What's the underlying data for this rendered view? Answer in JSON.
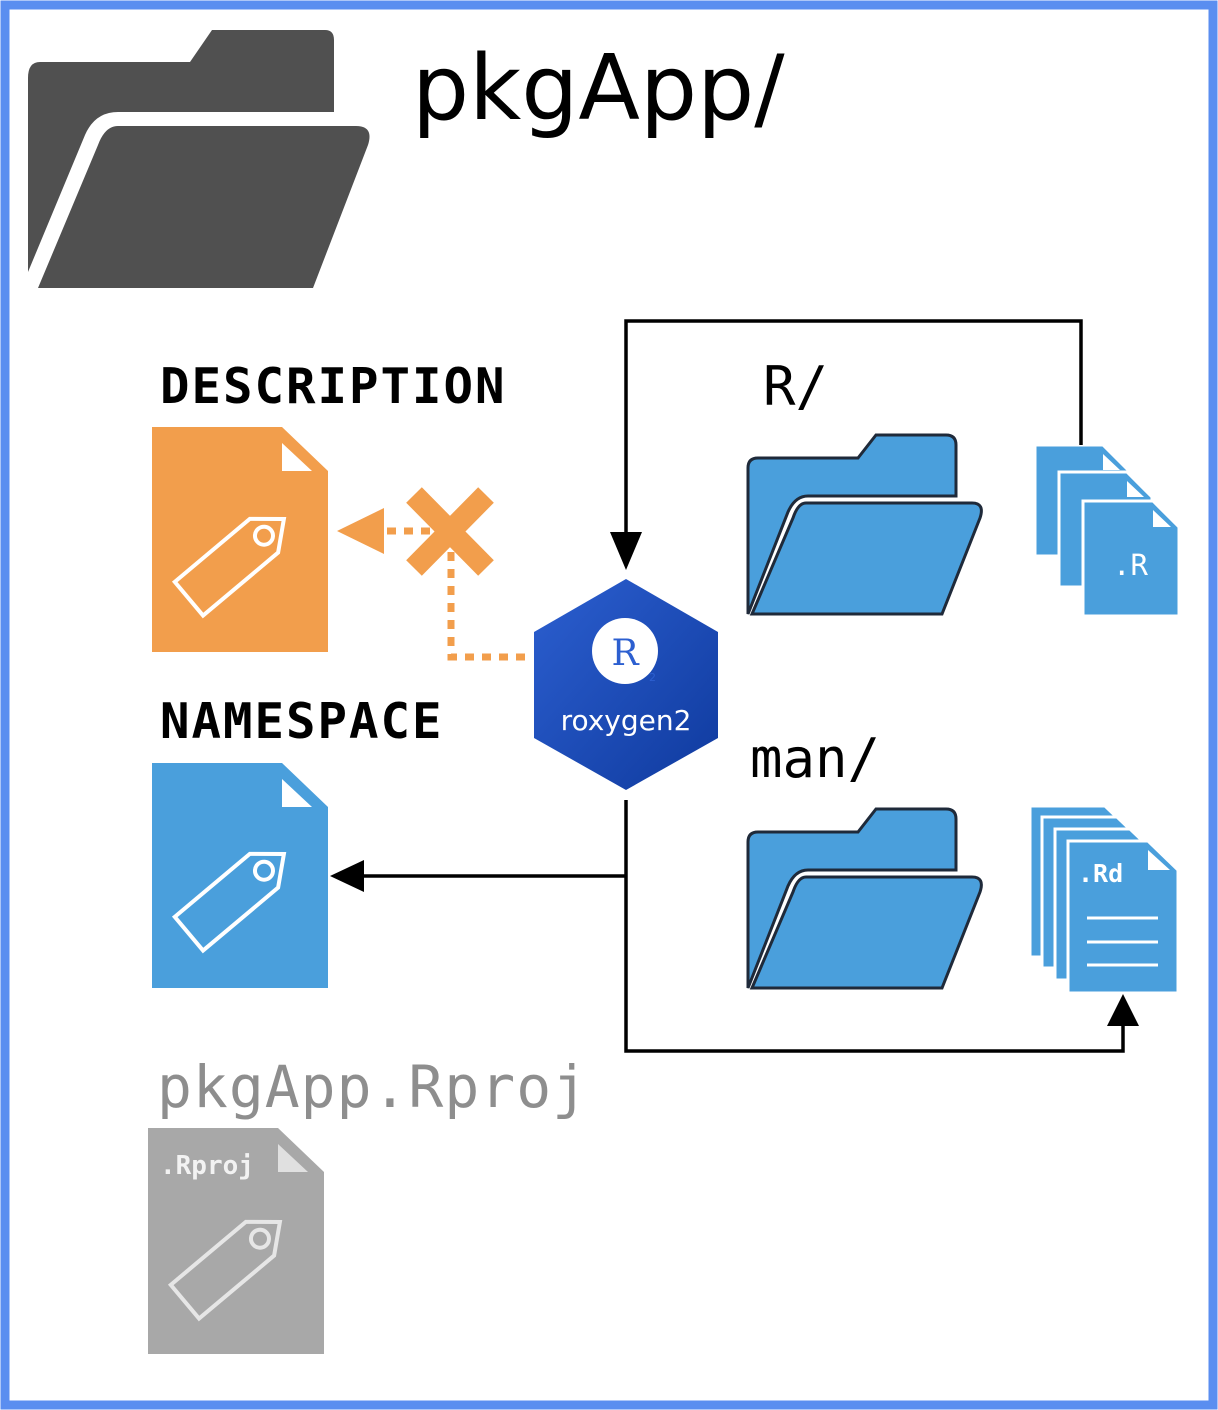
{
  "root": {
    "name": "pkgApp/",
    "icon": "open-folder-icon"
  },
  "files": {
    "description": {
      "name": "DESCRIPTION",
      "icon": "tag-file-icon",
      "color": "#f29e4c"
    },
    "namespace": {
      "name": "NAMESPACE",
      "icon": "tag-file-icon",
      "color": "#4a9fdc"
    },
    "rproj": {
      "name": "pkgApp.Rproj",
      "ext": ".Rproj",
      "icon": "tag-file-icon",
      "color": "#a8a8a8"
    }
  },
  "folders": {
    "r": {
      "name": "R/",
      "file_ext": ".R",
      "icon": "open-folder-icon",
      "color": "#4a9fdc"
    },
    "man": {
      "name": "man/",
      "file_ext": ".Rd",
      "icon": "open-folder-icon",
      "color": "#4a9fdc"
    }
  },
  "roxygen": {
    "hex_text": "roxygen2",
    "letter": "R",
    "subscript": "2",
    "color": "#1f4fb5"
  },
  "arrows": [
    {
      "from": "R/",
      "to": "roxygen2",
      "style": "solid"
    },
    {
      "from": "roxygen2",
      "to": "NAMESPACE",
      "style": "solid"
    },
    {
      "from": "roxygen2",
      "to": "man/",
      "style": "solid"
    },
    {
      "from": "roxygen2",
      "to": "DESCRIPTION",
      "style": "dotted-crossed",
      "color": "#f29e4c"
    }
  ],
  "colors": {
    "border": "#5a8ef0",
    "dark_folder": "#505050"
  }
}
